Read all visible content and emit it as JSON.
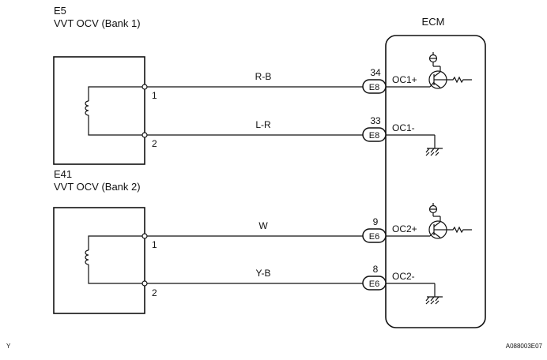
{
  "components": [
    {
      "id": "E5",
      "name": "VVT OCV (Bank 1)",
      "pins": [
        "1",
        "2"
      ]
    },
    {
      "id": "E41",
      "name": "VVT OCV (Bank 2)",
      "pins": [
        "1",
        "2"
      ]
    }
  ],
  "ecm": {
    "label": "ECM"
  },
  "wires": [
    {
      "color": "R-B",
      "ecm_pin": "34",
      "connector": "E8",
      "terminal": "OC1+"
    },
    {
      "color": "L-R",
      "ecm_pin": "33",
      "connector": "E8",
      "terminal": "OC1-"
    },
    {
      "color": "W",
      "ecm_pin": "9",
      "connector": "E6",
      "terminal": "OC2+"
    },
    {
      "color": "Y-B",
      "ecm_pin": "8",
      "connector": "E6",
      "terminal": "OC2-"
    }
  ],
  "corner_left": "Y",
  "corner_right": "A088003E07"
}
